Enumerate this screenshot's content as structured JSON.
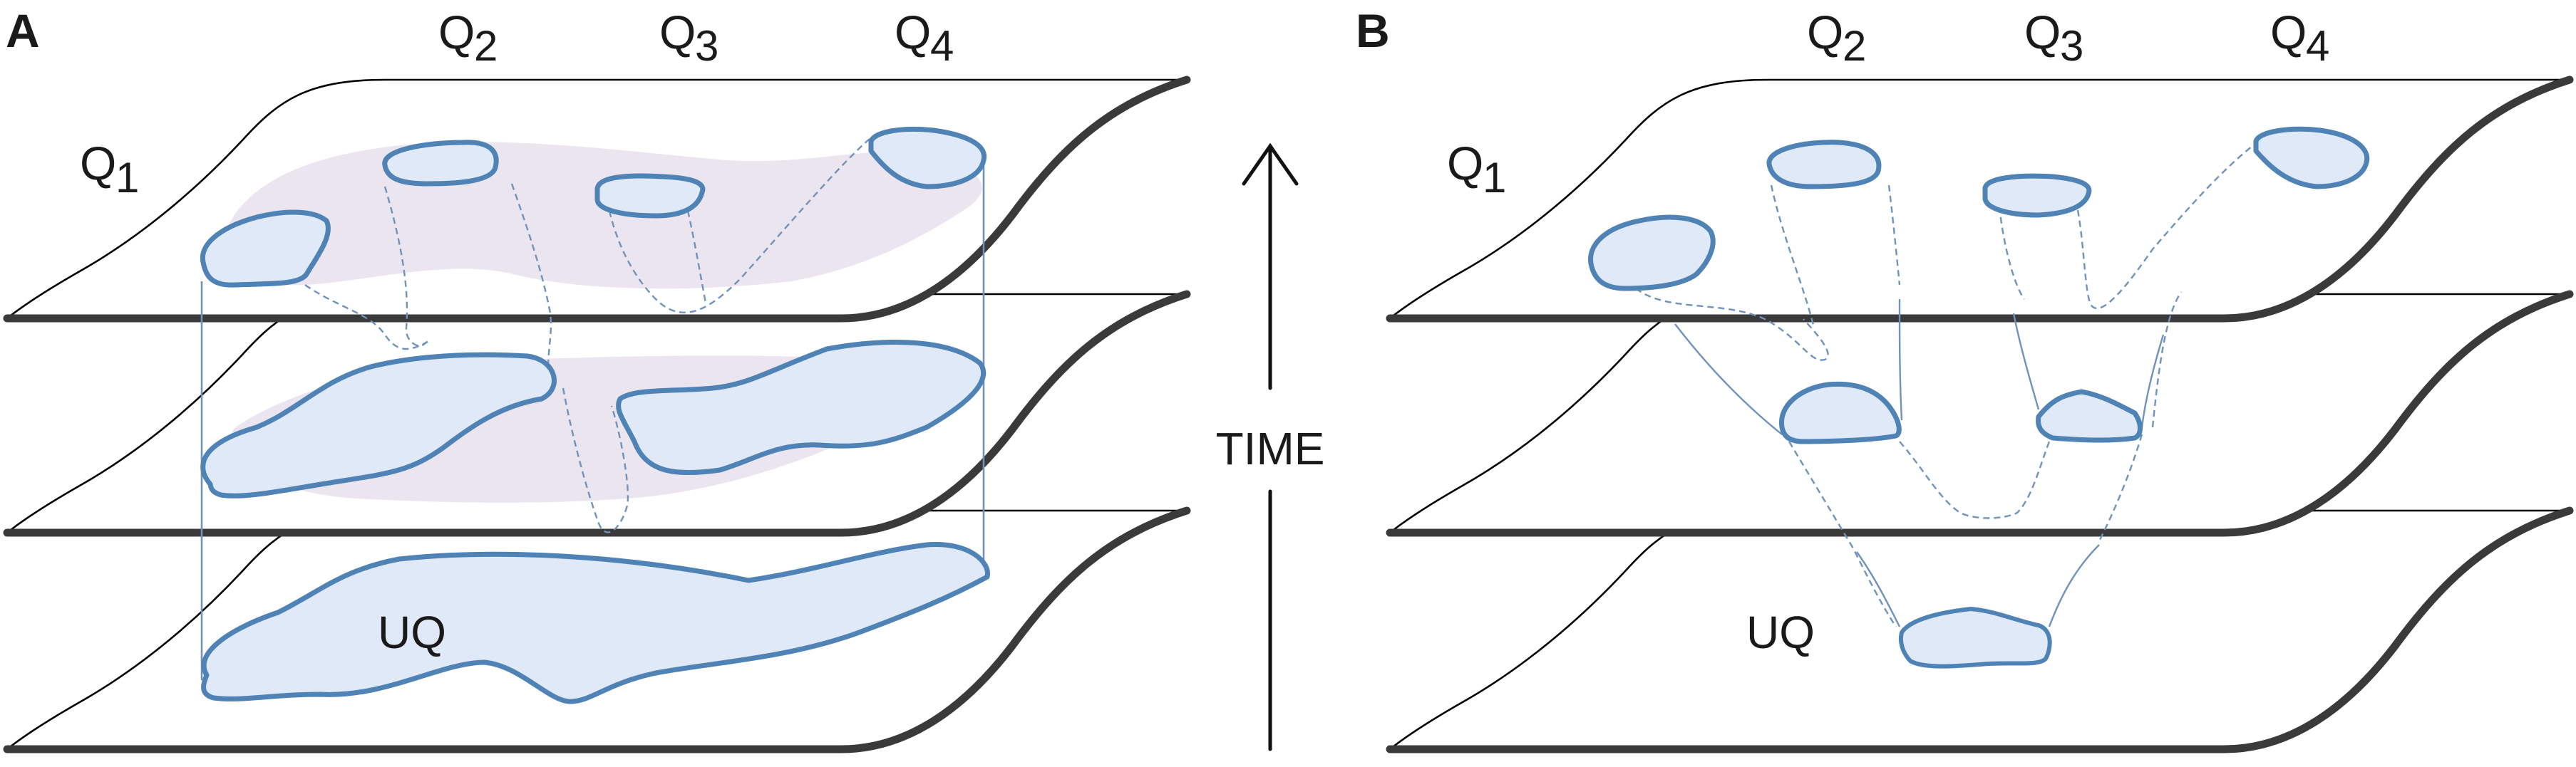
{
  "panels": [
    {
      "letter": "A",
      "q1": {
        "main": "Q",
        "sub": "1"
      },
      "q2": {
        "main": "Q",
        "sub": "2"
      },
      "q3": {
        "main": "Q",
        "sub": "3"
      },
      "q4": {
        "main": "Q",
        "sub": "4"
      },
      "uq": "UQ"
    },
    {
      "letter": "B",
      "q1": {
        "main": "Q",
        "sub": "1"
      },
      "q2": {
        "main": "Q",
        "sub": "2"
      },
      "q3": {
        "main": "Q",
        "sub": "3"
      },
      "q4": {
        "main": "Q",
        "sub": "4"
      },
      "uq": "UQ"
    }
  ],
  "axis": {
    "label": "TIME"
  },
  "colors": {
    "region_fill": "#dfe9f8",
    "region_stroke": "#4f82b5",
    "shaded_region": "#e6e0ec",
    "link_line": "#6f93bd",
    "sheet_edge": "#3a3a3a"
  }
}
